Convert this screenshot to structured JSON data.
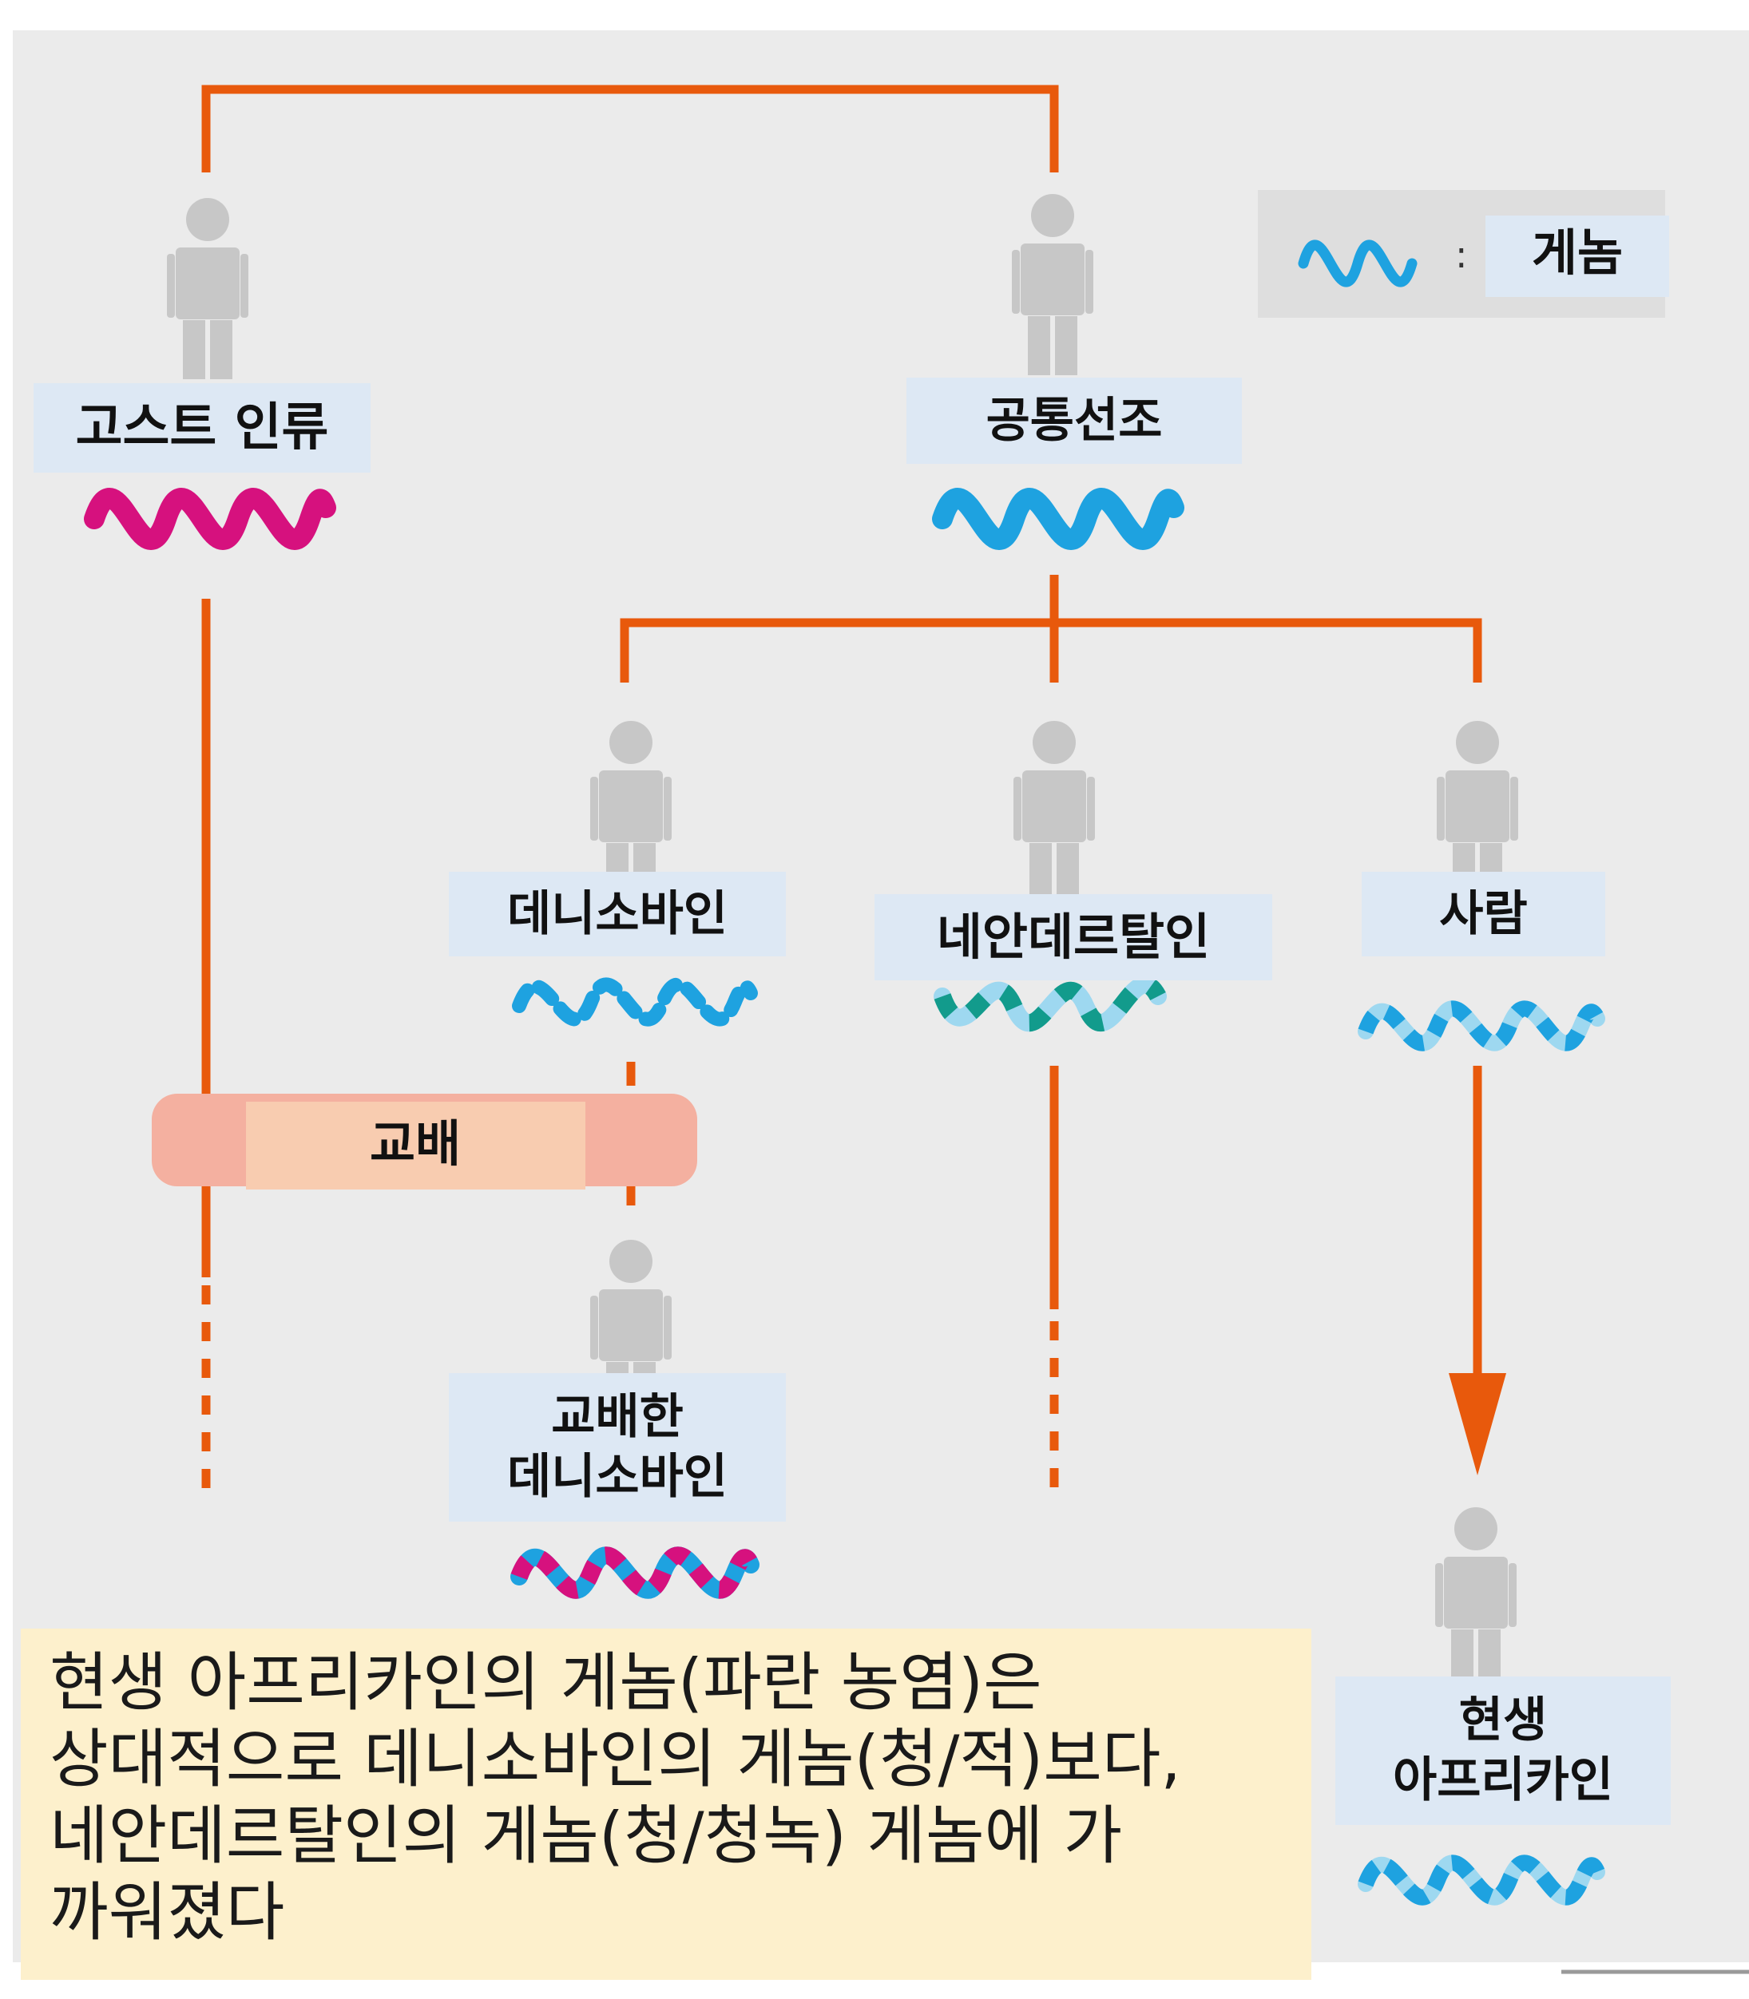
{
  "legend": {
    "separator": ":",
    "label": "게놈"
  },
  "nodes": {
    "ghost": "고스트 인류",
    "common_ancestor": "공통선조",
    "denisovan": "데니소바인",
    "neanderthal": "네안데르탈인",
    "human": "사람",
    "hybrid": [
      "교배한",
      "데니소바인"
    ],
    "modern_african": [
      "현생",
      "아프리카인"
    ]
  },
  "event": {
    "label": "교배"
  },
  "note": {
    "lines": [
      "현생 아프리카인의 게놈(파란 농염)은",
      "상대적으로 데니소바인의 게놈(청/적)보다,",
      "네안데르탈인의 게놈(청/청녹) 게놈에 가",
      "까워졌다"
    ]
  },
  "colors": {
    "lineage": "#e8590c",
    "ghost_genome": "#d6117e",
    "ancestor_genome": "#1ea2e0",
    "light_blue": "#9ed8f0",
    "teal": "#129b8c",
    "person": "#c7c7c7",
    "label_bg": "#dde8f4",
    "background": "#ebebeb",
    "mating_bar": "#f4b0a0",
    "mating_label_bg": "#f8ccb0",
    "note_bg": "#fdf0cc"
  },
  "icons": [
    "person-icon",
    "genome-wave-icon",
    "arrow-down-icon"
  ]
}
